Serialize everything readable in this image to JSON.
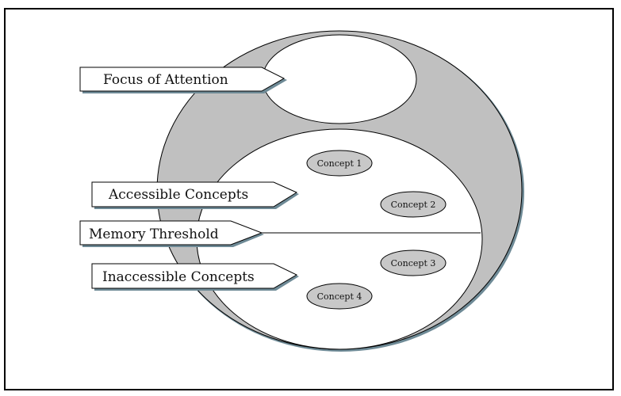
{
  "diagram": {
    "labels": {
      "focus": "Focus of Attention",
      "accessible": "Accessible Concepts",
      "threshold": "Memory Threshold",
      "inaccessible": "Inaccessible Concepts"
    },
    "concepts": [
      "Concept 1",
      "Concept 2",
      "Concept 3",
      "Concept 4"
    ],
    "colors": {
      "outer_fill": "#c0c0c0",
      "concept_fill": "#c8c8c8",
      "shadow": "#6e8a96",
      "stroke": "#000000"
    }
  }
}
